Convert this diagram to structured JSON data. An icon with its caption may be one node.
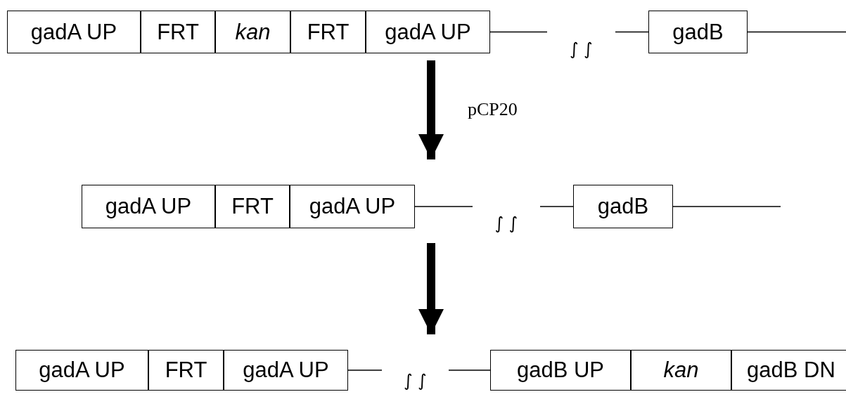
{
  "diagram": {
    "nodes": [
      {
        "text": [
          "gadA UP"
        ]
      },
      {
        "text": [
          "FRT"
        ]
      },
      {
        "text": [
          "kan"
        ]
      },
      {
        "text": [
          "FRT"
        ]
      },
      {
        "text": [
          "gadA UP"
        ]
      },
      {
        "text": [
          "gadB"
        ]
      },
      {
        "text": [
          "gadA UP"
        ]
      },
      {
        "text": [
          "FRT"
        ]
      },
      {
        "text": [
          "gadA UP"
        ]
      },
      {
        "text": [
          "gadB"
        ]
      },
      {
        "text": [
          "gadA UP"
        ]
      },
      {
        "text": [
          "FRT"
        ]
      },
      {
        "text": [
          "gadA UP"
        ]
      },
      {
        "text": [
          "gadB UP"
        ]
      },
      {
        "text": [
          "kan"
        ]
      },
      {
        "text": [
          "gadB DN"
        ]
      }
    ],
    "edges": [
      {
        "from": 4,
        "to": 5,
        "arrow": "none",
        "label": "∫ ∫"
      },
      {
        "from": 5,
        "to": null,
        "arrow": "none"
      },
      {
        "from": 4,
        "to": 8,
        "arrow": "to",
        "label": "pCP20",
        "style": "thick"
      },
      {
        "from": 8,
        "to": 9,
        "arrow": "none",
        "label": "∫ ∫"
      },
      {
        "from": 9,
        "to": null,
        "arrow": "none"
      },
      {
        "from": 8,
        "to": null,
        "arrow": "to",
        "style": "thick"
      },
      {
        "from": 12,
        "to": 13,
        "arrow": "none",
        "label": "∫ ∫"
      }
    ]
  }
}
